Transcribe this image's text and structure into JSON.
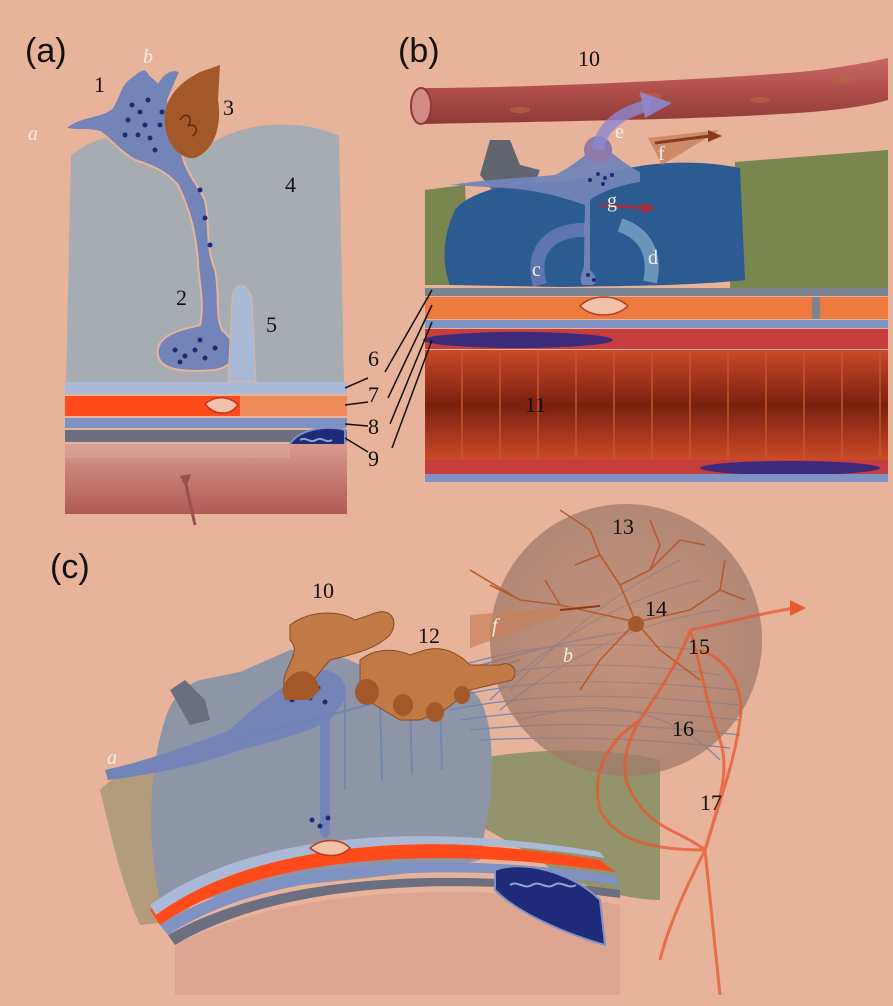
{
  "panels": {
    "a": {
      "label": "(a)",
      "letters": {
        "a": "a",
        "b": "b"
      },
      "numbers": {
        "n1": "1",
        "n2": "2",
        "n3": "3",
        "n4": "4",
        "n5": "5",
        "n6": "6",
        "n7": "7",
        "n8": "8",
        "n9": "9"
      }
    },
    "b": {
      "label": "(b)",
      "letters": {
        "c": "c",
        "d": "d",
        "e": "e",
        "f": "f",
        "g": "g"
      },
      "numbers": {
        "n10": "10",
        "n11": "11"
      }
    },
    "c": {
      "label": "(c)",
      "letters": {
        "a": "a",
        "b": "b",
        "f": "f"
      },
      "numbers": {
        "n10": "10",
        "n12": "12",
        "n13": "13",
        "n14": "14",
        "n15": "15",
        "n16": "16",
        "n17": "17"
      }
    }
  },
  "colors": {
    "background": "#e7b39a",
    "tissue_gray": "#a7acb2",
    "fiber_blue": "#6f82b6",
    "terminal_brown": "#a3582a",
    "vessel_red": "#b8463f",
    "muscle_red": "#8a2a18",
    "bright_orange": "#ff4a1a",
    "cell_blue": "#2c5b92",
    "olive": "#7a8650",
    "nucleus_navy": "#1f2a78"
  }
}
